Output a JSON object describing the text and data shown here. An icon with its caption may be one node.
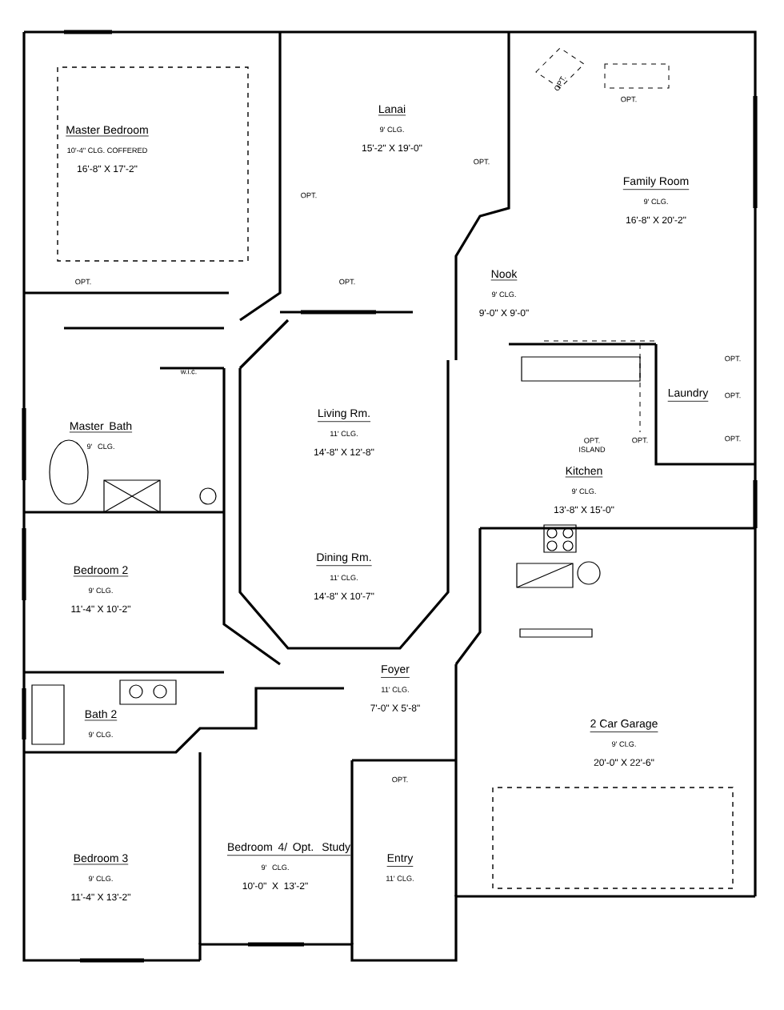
{
  "diagram": {
    "nodes": [
      {
        "text": [
          "Master Bedroom",
          "10'-4\" CLG. COFFERED",
          "16'-8\" X 17'-2\""
        ]
      },
      {
        "text": [
          "Lanai",
          "9' CLG.",
          "15'-2\" X 19'-0\""
        ]
      },
      {
        "text": [
          "Family Room",
          "9' CLG.",
          "16'-8\" X 20'-2\""
        ]
      },
      {
        "text": [
          "Nook",
          "9' CLG.",
          "9'-0\" X 9'-0\""
        ]
      },
      {
        "text": [
          "Living Rm.",
          "11' CLG.",
          "14'-8\" X 12'-8\""
        ]
      },
      {
        "text": [
          "Laundry"
        ]
      },
      {
        "text": [
          "Master Bath",
          "9' CLG."
        ]
      },
      {
        "text": [
          "Kitchen",
          "9' CLG.",
          "13'-8\" X 15'-0\""
        ]
      },
      {
        "text": [
          "Dining Rm.",
          "11' CLG.",
          "14'-8\" X 10'-7\""
        ]
      },
      {
        "text": [
          "Bedroom 2",
          "9' CLG.",
          "11'-4\" X 10'-2\""
        ]
      },
      {
        "text": [
          "Foyer",
          "11' CLG.",
          "7'-0\" X 5'-8\""
        ]
      },
      {
        "text": [
          "Bath 2",
          "9' CLG."
        ]
      },
      {
        "text": [
          "2 Car Garage",
          "9' CLG.",
          "20'-0\" X 22'-6\""
        ]
      },
      {
        "text": [
          "Bedroom 4/ Opt. Study",
          "9' CLG.",
          "10'-0\" X 13'-2\""
        ]
      },
      {
        "text": [
          "Bedroom 3",
          "9' CLG.",
          "11'-4\" X 13'-2\""
        ]
      },
      {
        "text": [
          "Entry",
          "11' CLG."
        ]
      }
    ],
    "labels": [
      "OPT.",
      "OPT.",
      "OPT.",
      "OPT.",
      "OPT.",
      "OPT.",
      "w.i.c.",
      "OPT.",
      "OPT.",
      "OPT. ISLAND",
      "OPT.",
      "OPT.",
      "OPT."
    ]
  }
}
